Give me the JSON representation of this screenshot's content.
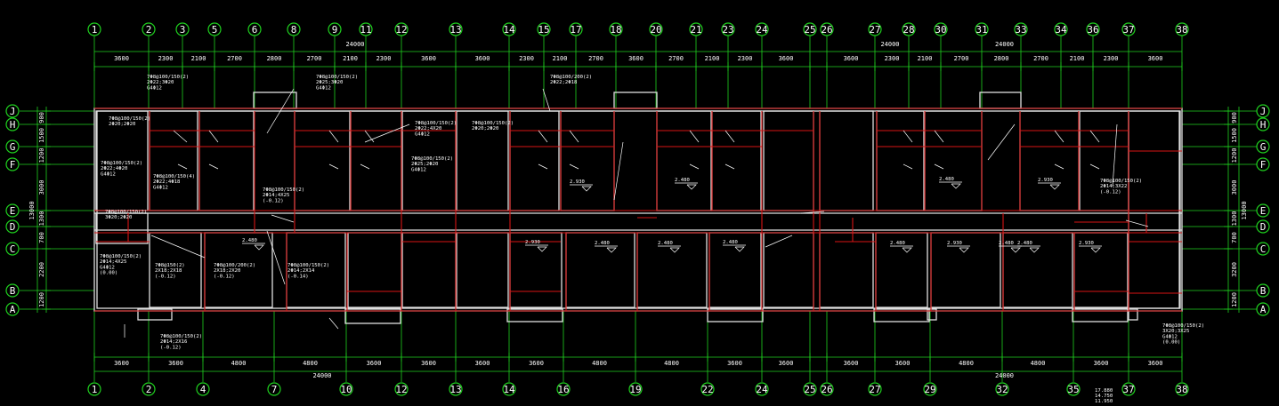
{
  "drawing": {
    "background": "#000000",
    "colors": {
      "grid": "#1fd11f",
      "wall": "#e0e0e0",
      "beam": "#d71414",
      "text": "#ffffff"
    },
    "top_axes": [
      "1",
      "2",
      "3",
      "5",
      "6",
      "8",
      "9",
      "11",
      "12",
      "13",
      "14",
      "15",
      "17",
      "18",
      "20",
      "21",
      "23",
      "24",
      "25",
      "26",
      "27",
      "28",
      "30",
      "31",
      "33",
      "34",
      "36",
      "37",
      "38"
    ],
    "bottom_axes": [
      "1",
      "2",
      "4",
      "7",
      "10",
      "12",
      "13",
      "14",
      "16",
      "19",
      "22",
      "24",
      "25",
      "26",
      "27",
      "29",
      "32",
      "35",
      "37",
      "38"
    ],
    "left_axes": [
      "J",
      "H",
      "G",
      "F",
      "E",
      "D",
      "C",
      "B",
      "A"
    ],
    "right_axes": [
      "J",
      "H",
      "G",
      "F",
      "E",
      "D",
      "C",
      "B",
      "A"
    ],
    "top_totals": [
      "24000",
      "24000",
      "24000"
    ],
    "bottom_totals": [
      "24000",
      "24000"
    ],
    "top_dims": [
      "3600",
      "2300",
      "2100",
      "2700",
      "2800",
      "2700",
      "2100",
      "2300",
      "3600",
      "3600",
      "2300",
      "2100",
      "2700",
      "3600",
      "2700",
      "2100",
      "2300",
      "3600",
      "3600",
      "2300",
      "2100",
      "2700",
      "2800",
      "2700",
      "2100",
      "2300",
      "3600"
    ],
    "bottom_dims": [
      "3600",
      "3600",
      "4800",
      "4800",
      "3600",
      "3600",
      "3600",
      "3600",
      "4800",
      "4800",
      "3600",
      "3600",
      "3600",
      "3600",
      "4800",
      "4800",
      "3600",
      "3600"
    ],
    "left_dims": [
      "900",
      "1500",
      "1200",
      "3000",
      "1300",
      "700",
      "2200",
      "1200"
    ],
    "left_total": "13000",
    "right_dims": [
      "900",
      "1500",
      "1200",
      "3000",
      "1300",
      "700",
      "3200",
      "1200"
    ],
    "right_total": "13000",
    "slab_levels": [
      "2.930",
      "2.480",
      "2.480",
      "2.930",
      "2.480",
      "2.930",
      "2.480",
      "2.480",
      "2.480",
      "2.480",
      "2.930",
      "2.930",
      "2.480",
      "2.480"
    ],
    "beam_notes": [
      {
        "id": "n1",
        "lines": [
          "7Φ8@100/150(2)",
          "2Φ22;3Φ20",
          "G4Φ12"
        ]
      },
      {
        "id": "n2",
        "lines": [
          "7Φ8@100/150(2)",
          "2Φ25;3Φ20",
          "G4Φ12"
        ]
      },
      {
        "id": "n3",
        "lines": [
          "7Φ8@100/200(2)",
          "2Φ22;2Φ18"
        ]
      },
      {
        "id": "n4",
        "lines": [
          "7Φ8@100/150(2)",
          "2Φ20;2Φ20"
        ]
      },
      {
        "id": "n5",
        "lines": [
          "7Φ8@100/150(2)",
          "2Φ22;4Φ20",
          "G4Φ12"
        ]
      },
      {
        "id": "n6",
        "lines": [
          "7Φ8@100/150(4)",
          "2Φ22;4Φ18",
          "G4Φ12"
        ]
      },
      {
        "id": "n7",
        "lines": [
          "7Φ8@100/150(2)",
          "2Φ14;4Χ25",
          "(-0.12)"
        ]
      },
      {
        "id": "n8",
        "lines": [
          "7Φ8@100/150(2)",
          "3Φ20;2Φ20"
        ]
      },
      {
        "id": "n9",
        "lines": [
          "7Φ8@100/150(2)",
          "2Φ20;2Φ20"
        ]
      },
      {
        "id": "n10",
        "lines": [
          "7Φ8@100/150(2)",
          "2Φ22;4Χ20",
          "G4Φ12"
        ]
      },
      {
        "id": "n11",
        "lines": [
          "7Φ8@100/150(2)",
          "2Φ25;2Φ20",
          "G4Φ12"
        ]
      },
      {
        "id": "n12",
        "lines": [
          "7Φ8@100/150(2)",
          "2Φ14;3Χ22",
          "(-0.12)"
        ]
      },
      {
        "id": "n13",
        "lines": [
          "7Φ8@100/150(2)",
          "2Φ14;4Χ25",
          "G4Φ12",
          "(0.00)"
        ]
      },
      {
        "id": "n14",
        "lines": [
          "7Φ8@150(2)",
          "2Χ18;2Χ18",
          "(-0.12)"
        ]
      },
      {
        "id": "n15",
        "lines": [
          "7Φ8@100/200(2)",
          "2Χ18;2Χ20",
          "(-0.12)"
        ]
      },
      {
        "id": "n16",
        "lines": [
          "7Φ8@100/150(2)",
          "2Φ14;2Χ14",
          "(-0.14)"
        ]
      },
      {
        "id": "n17",
        "lines": [
          "7Φ8@100/150(2)",
          "3Χ20;3Χ25",
          "G4Φ12",
          "(0.00)"
        ]
      },
      {
        "id": "n18",
        "lines": [
          "7Φ8@100/150(2)",
          "2Φ14;2Χ16",
          "(-0.12)"
        ]
      }
    ],
    "corner_levels": [
      "17.880",
      "14.750",
      "11.950"
    ]
  }
}
